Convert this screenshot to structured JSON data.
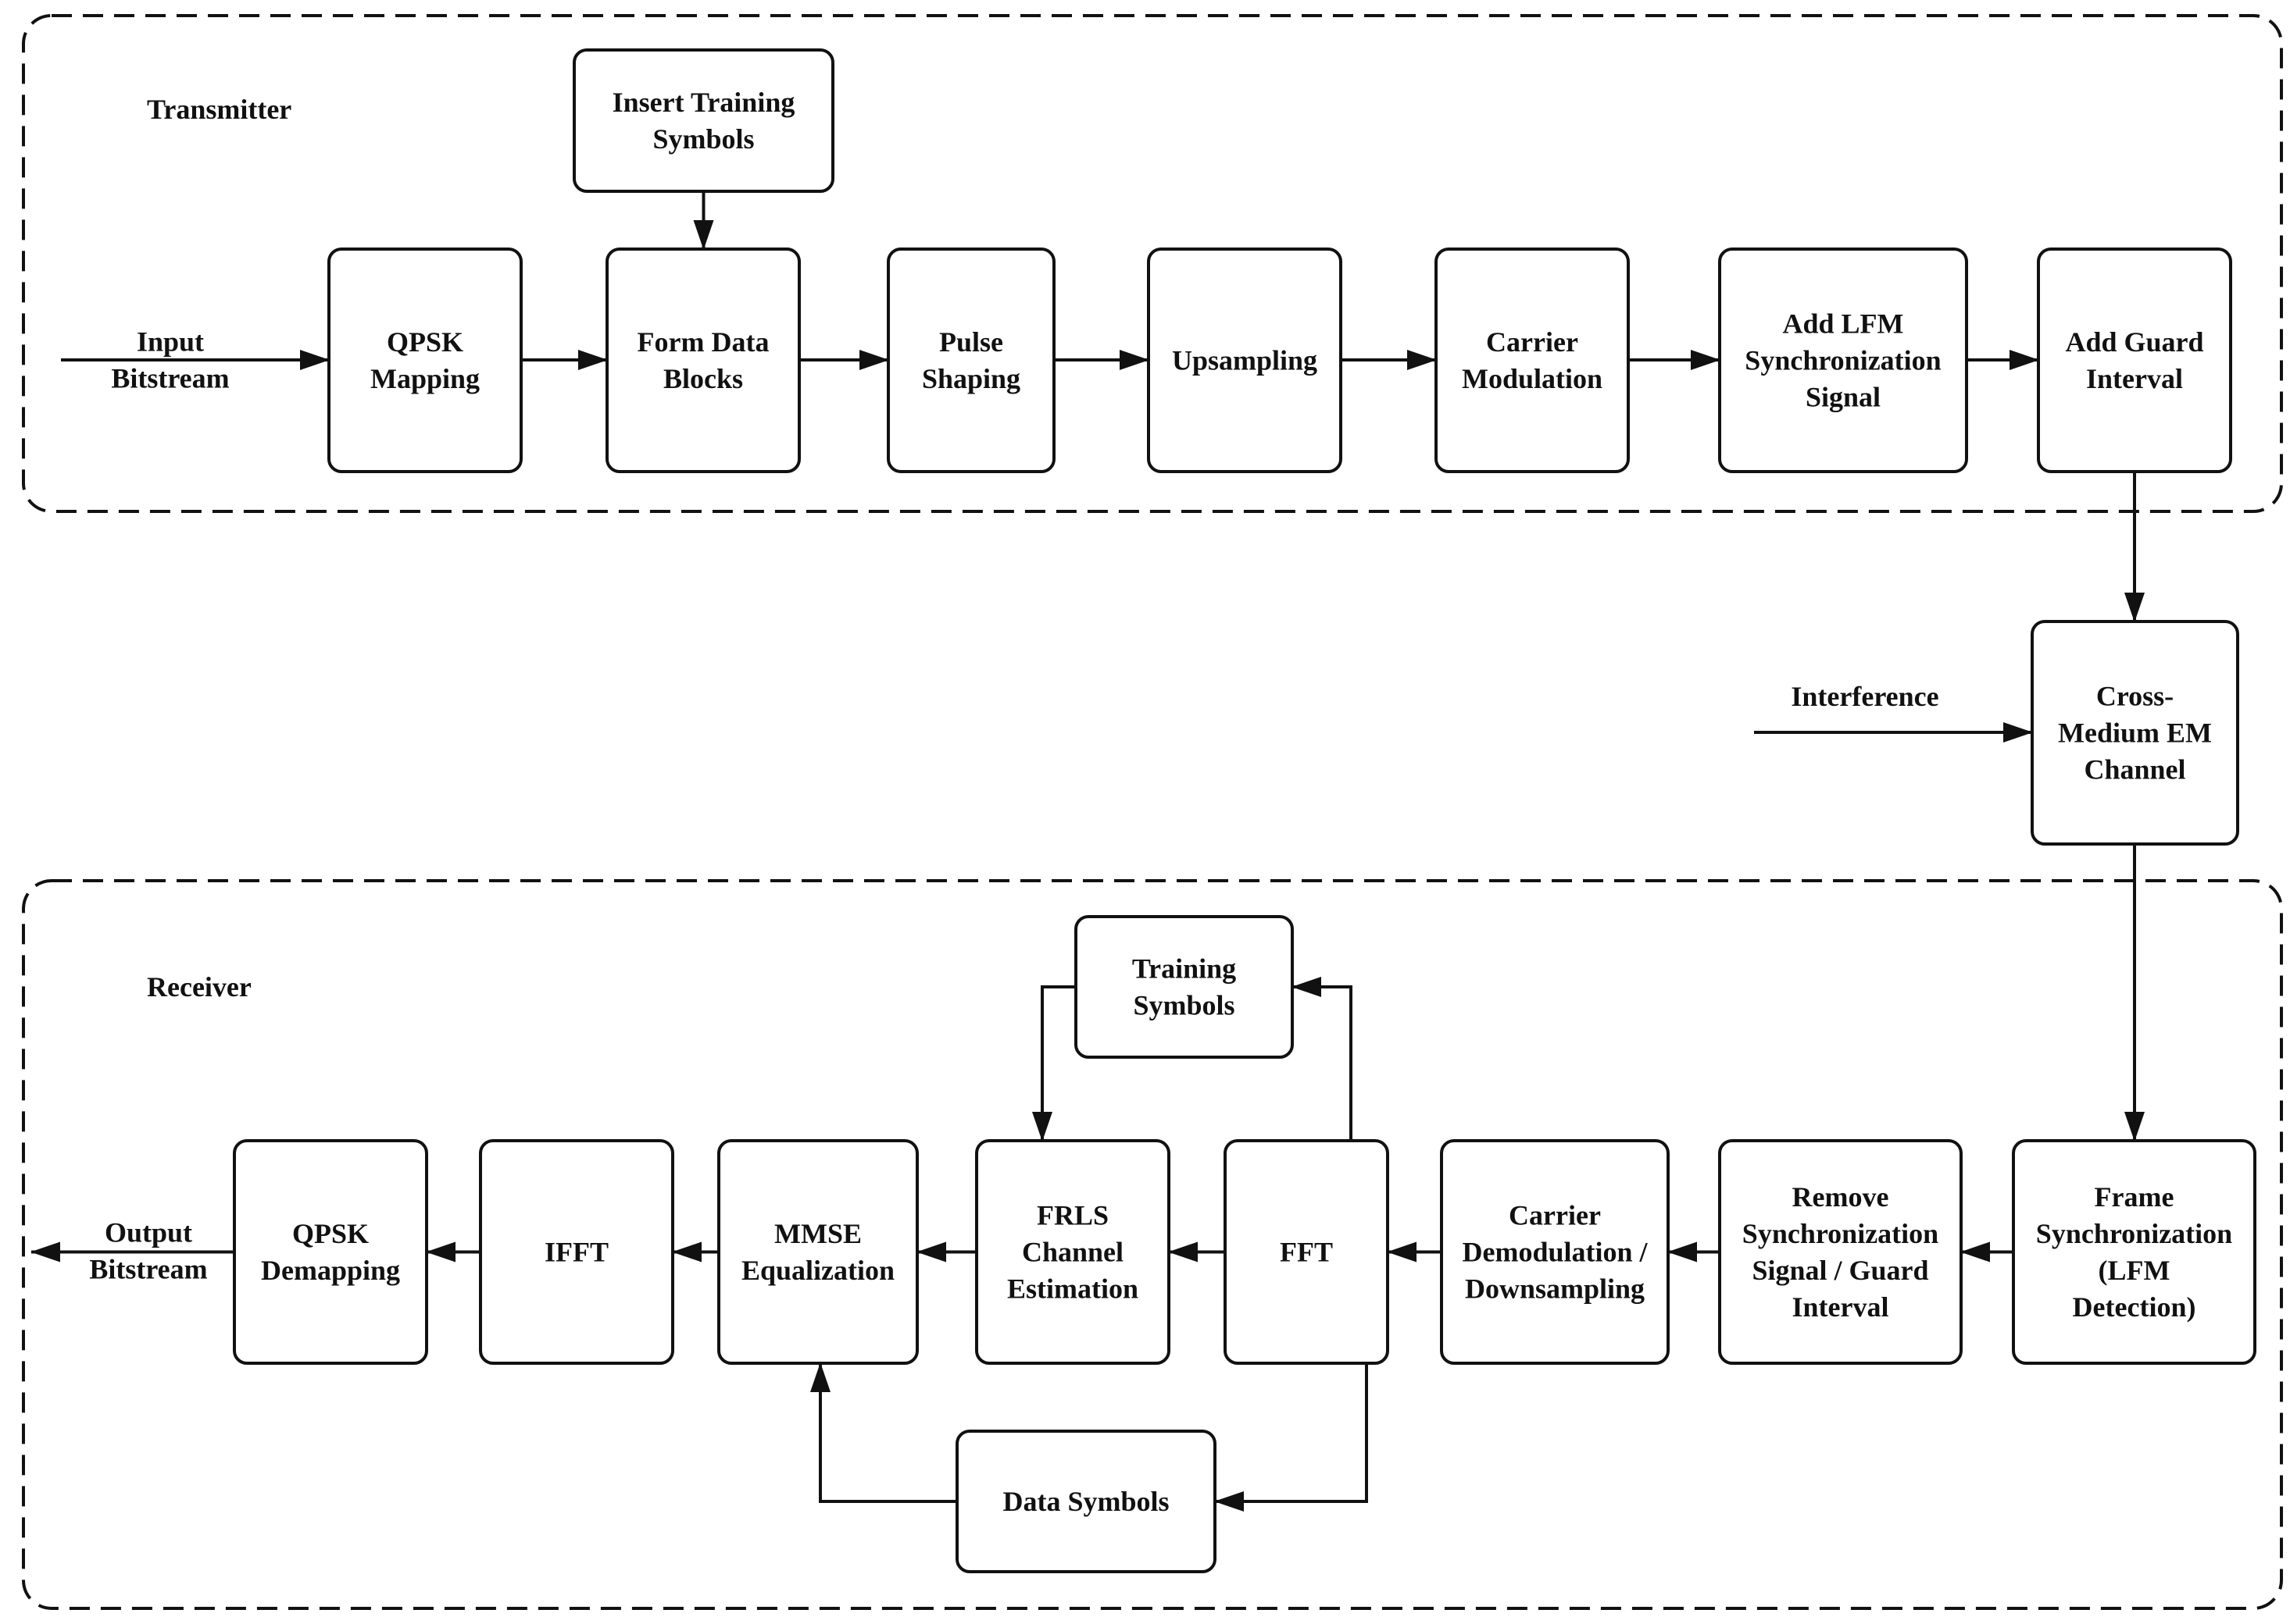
{
  "groups": {
    "transmitter": "Transmitter",
    "receiver": "Receiver"
  },
  "labels": {
    "input": [
      "Input",
      "Bitstream"
    ],
    "interference": [
      "Interference"
    ],
    "output": [
      "Output",
      "Bitstream"
    ]
  },
  "blocks": {
    "insert_training": [
      "Insert Training",
      "Symbols"
    ],
    "qpsk_mapping": [
      "QPSK",
      "Mapping"
    ],
    "form_data_blocks": [
      "Form Data",
      "Blocks"
    ],
    "pulse_shaping": [
      "Pulse",
      "Shaping"
    ],
    "upsampling": [
      "Upsampling"
    ],
    "carrier_modulation": [
      "Carrier",
      "Modulation"
    ],
    "add_lfm": [
      "Add LFM",
      "Synchronization",
      "Signal"
    ],
    "add_guard": [
      "Add Guard",
      "Interval"
    ],
    "channel": [
      "Cross-",
      "Medium EM",
      "Channel"
    ],
    "frame_sync": [
      "Frame",
      "Synchronization",
      "(LFM",
      "Detection)"
    ],
    "remove_sync": [
      "Remove",
      "Synchronization",
      "Signal / Guard",
      "Interval"
    ],
    "carrier_demod": [
      "Carrier",
      "Demodulation /",
      "Downsampling"
    ],
    "fft": [
      "FFT"
    ],
    "frls": [
      "FRLS",
      "Channel",
      "Estimation"
    ],
    "training_symbols": [
      "Training",
      "Symbols"
    ],
    "mmse": [
      "MMSE",
      "Equalization"
    ],
    "data_symbols": [
      "Data Symbols"
    ],
    "ifft": [
      "IFFT"
    ],
    "qpsk_demapping": [
      "QPSK",
      "Demapping"
    ]
  }
}
